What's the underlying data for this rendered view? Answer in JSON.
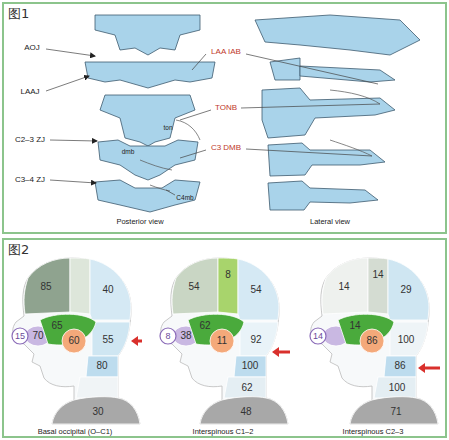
{
  "diagram": {
    "nodes": [
      {
        "text": [
          "图1"
        ]
      },
      {
        "text": [
          "图2"
        ]
      }
    ],
    "labels": [
      "AOJ",
      "LAAJ",
      "C2–3 ZJ",
      "C3–4 ZJ",
      "LAA IAB",
      "TONB",
      "C3 DMB",
      "ton",
      "dmb",
      "C4mb",
      "Posterior view",
      "Lateral view",
      "85",
      "40",
      "15",
      "70",
      "65",
      "60",
      "55",
      "80",
      "30",
      "Basal occipital (O–C1)",
      "54",
      "8",
      "54",
      "8",
      "38",
      "62",
      "11",
      "92",
      "100",
      "62",
      "48",
      "Interspinous C1–2",
      "14",
      "14",
      "29",
      "14",
      "14",
      "86",
      "100",
      "86",
      "100",
      "71",
      "Interspinous C2–3"
    ]
  }
}
